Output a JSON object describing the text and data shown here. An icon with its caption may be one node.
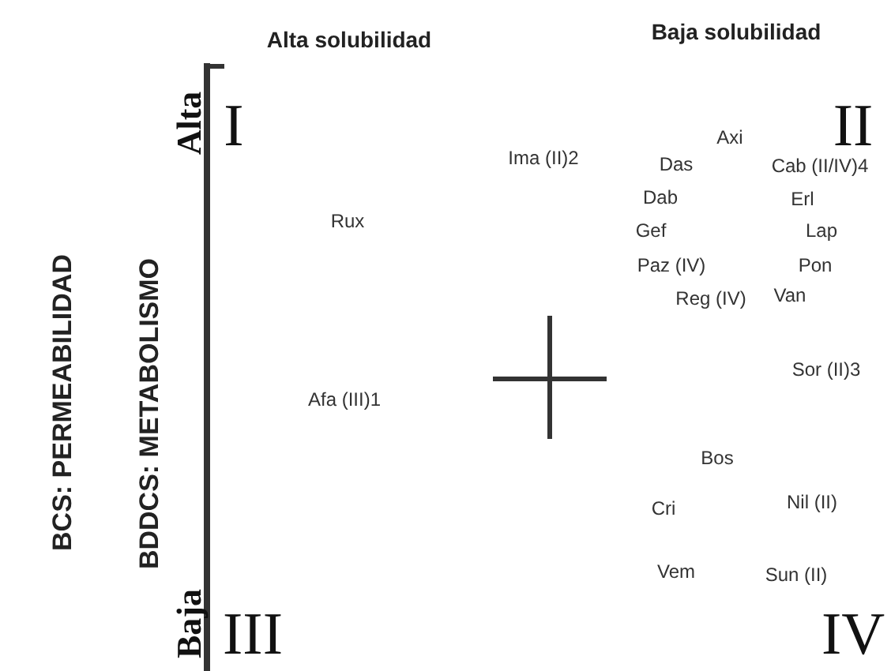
{
  "diagram": {
    "labels": [
      "Alta solubilidad",
      "Baja solubilidad",
      "Alta",
      "I",
      "II",
      "Axi",
      "Ima (II)2",
      "Das",
      "Cab (II/IV)4",
      "Dab",
      "Erl",
      "Rux",
      "Gef",
      "Lap",
      "Paz (IV)",
      "Pon",
      "Reg (IV)",
      "Van",
      "Sor (II)3",
      "Afa (III)1",
      "Bos",
      "Cri",
      "Nil (II)",
      "Vem",
      "Sun (II)",
      "Baja",
      "III",
      "IV",
      "BCS: PERMEABILIDAD",
      "BDDCS: METABOLISMO"
    ]
  }
}
